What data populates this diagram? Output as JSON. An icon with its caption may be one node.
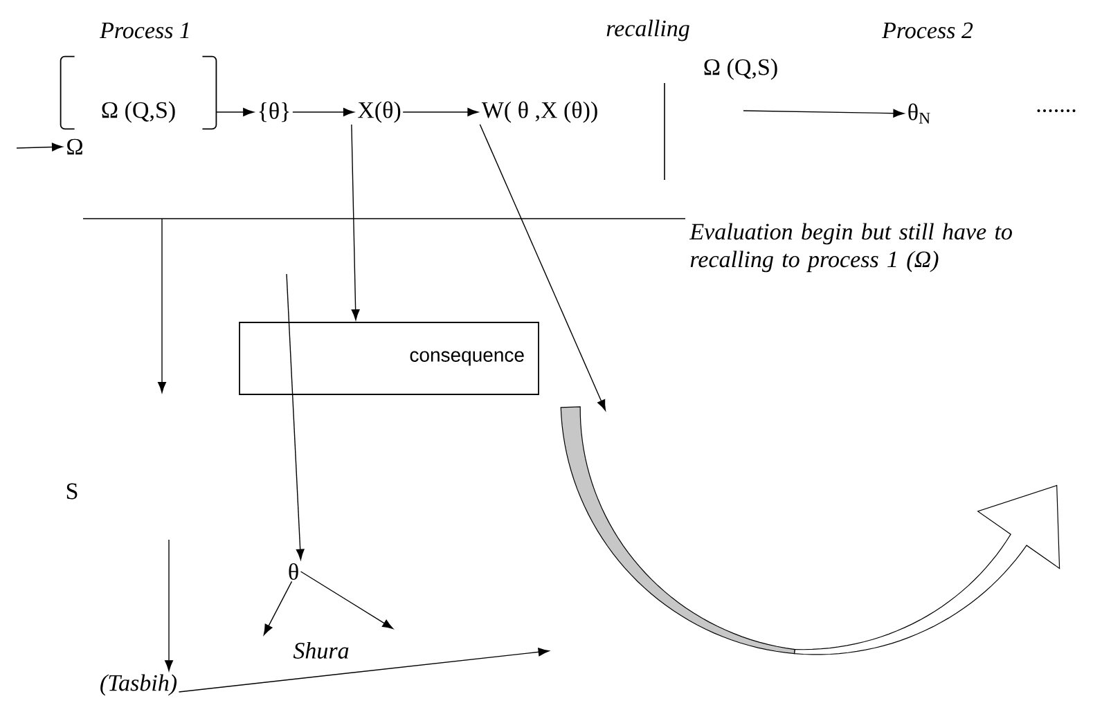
{
  "diagram": {
    "nodes": [
      {
        "text": [
          "Ω (Q,S)"
        ]
      },
      {
        "text": [
          "{θ}"
        ]
      },
      {
        "text": [
          "X(θ)"
        ]
      },
      {
        "text": [
          "W( θ ,X (θ))"
        ]
      },
      {
        "text": [
          "θ$_{N}$"
        ]
      },
      {
        "text": [
          "Ω"
        ]
      },
      {
        "text": [
          "consequence"
        ]
      },
      {
        "text": [
          "θ"
        ]
      },
      {
        "text": [
          "(Tasbih)"
        ]
      },
      {
        "text": [],
        "shape": "arrow"
      }
    ],
    "edges": [
      {
        "from": 0,
        "to": 1,
        "arrow": "to"
      },
      {
        "from": 1,
        "to": 2,
        "arrow": "to"
      },
      {
        "from": 2,
        "to": 3,
        "arrow": "to"
      },
      {
        "from": null,
        "to": 5,
        "arrow": "to"
      },
      {
        "from": null,
        "to": 4,
        "arrow": "to"
      },
      {
        "from": 2,
        "to": 6,
        "arrow": "to"
      },
      {
        "from": null,
        "to": 7,
        "arrow": "to"
      },
      {
        "from": 7,
        "to": null,
        "arrow": "to"
      },
      {
        "from": 7,
        "to": null,
        "arrow": "to"
      },
      {
        "from": null,
        "to": 8,
        "arrow": "to"
      },
      {
        "from": 3,
        "to": 9,
        "arrow": "to"
      },
      {
        "from": 8,
        "to": 9,
        "arrow": "to"
      }
    ],
    "labels": [
      "Process 1",
      "recalling",
      "Process 2",
      "Ω (Q,S)",
      ".......",
      "Evaluation begin but still have to recalling to process 1 (Ω)",
      "S",
      "Shura"
    ]
  }
}
